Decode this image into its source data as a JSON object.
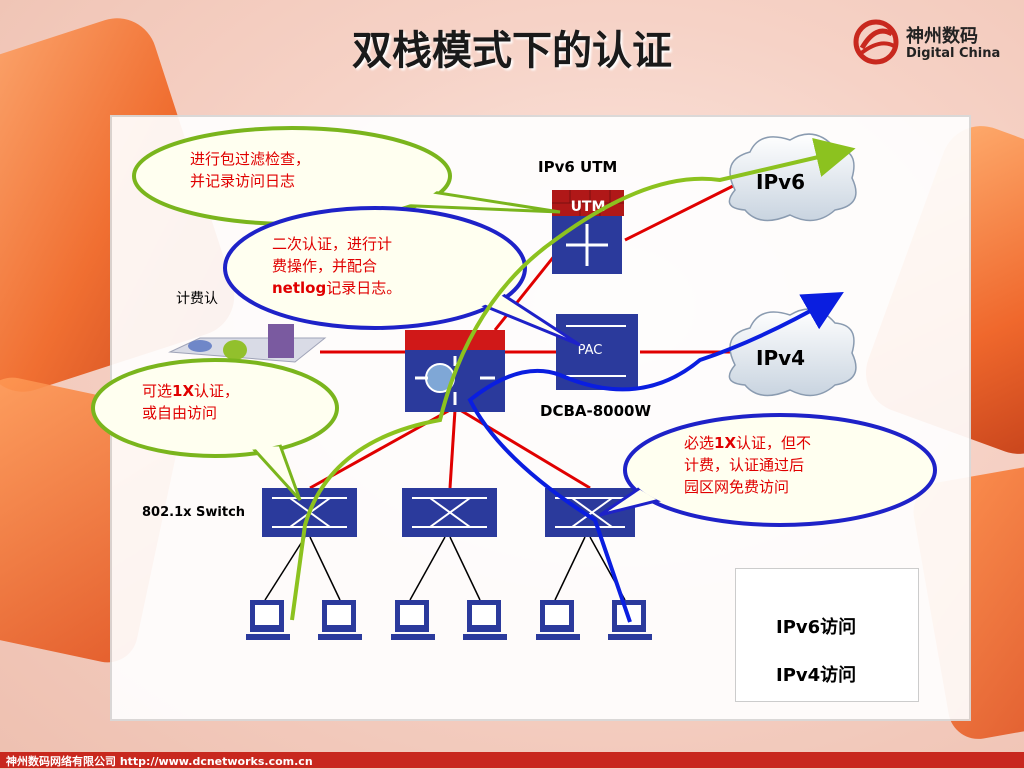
{
  "title": "双栈模式下的认证",
  "logo": {
    "cn": "神州数码",
    "en": "Digital China"
  },
  "labels": {
    "utm": "IPv6 UTM",
    "core": "DCBA-8000W",
    "switch": "802.1x Switch",
    "billing": "计费认",
    "ipv6_cloud": "IPv6",
    "ipv4_cloud": "IPv4",
    "utm_badge": "UTM"
  },
  "bubbles": {
    "b1": {
      "line1": "进行包过滤检查，",
      "line2": "并记录访问日志"
    },
    "b2": {
      "line1": "二次认证，进行计",
      "line2": "费操作，并配合",
      "line3_bold": "netlog",
      "line3_rest": "记录日志。"
    },
    "b3": {
      "line1_pre": "可选",
      "line1_bold": "1X",
      "line1_post": "认证，",
      "line2": "或自由访问"
    },
    "b4": {
      "line1_pre": "必选",
      "line1_bold": "1X",
      "line1_post": "认证，但不",
      "line2": "计费，认证通过后",
      "line3": "园区网免费访问"
    }
  },
  "legend": {
    "ipv6": "IPv6访问",
    "ipv4": "IPv4访问"
  },
  "colors": {
    "ipv6_arrow": "#8cc21f",
    "ipv4_arrow": "#0a1ee0",
    "link": "#e00000",
    "bubble_text": "#e00000",
    "device": "#2b3a9c"
  },
  "footer": "神州数码网络有限公司 http://www.dcnetworks.com.cn"
}
